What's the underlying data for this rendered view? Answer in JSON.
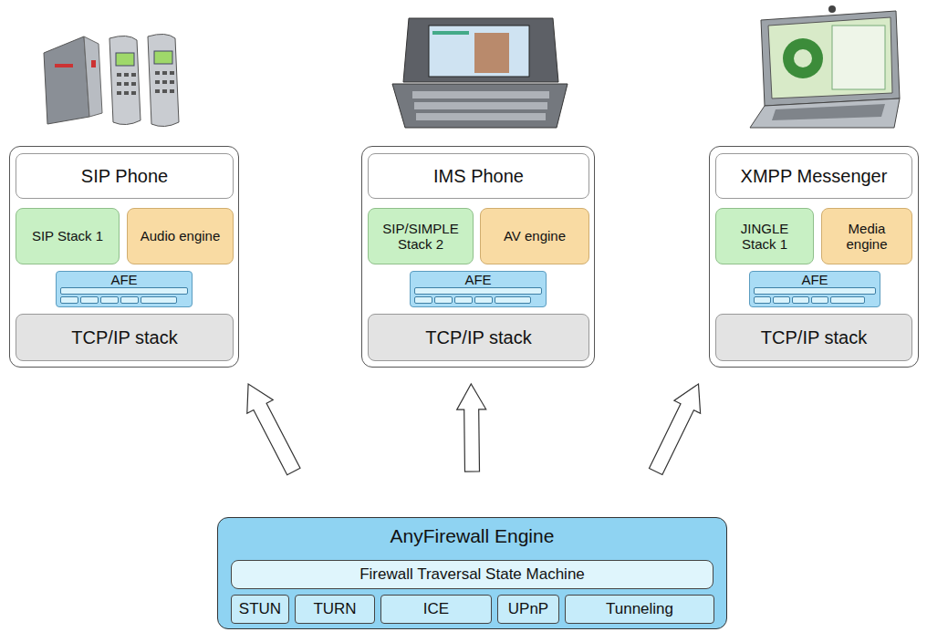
{
  "diagram": {
    "nodes": [
      {
        "text": []
      },
      {
        "text": [
          "SIP Phone"
        ],
        "in": 0
      },
      {
        "text": [
          "SIP Stack 1"
        ],
        "in": 0
      },
      {
        "text": [
          "Audio engine"
        ],
        "in": 0
      },
      {
        "text": [
          "AFE"
        ],
        "in": 0
      },
      {
        "text": [
          "TCP/IP stack"
        ],
        "in": 0
      },
      {
        "text": []
      },
      {
        "text": [
          "IMS Phone"
        ],
        "in": 6
      },
      {
        "text": [
          "SIP/SIMPLE Stack 2"
        ],
        "in": 6
      },
      {
        "text": [
          "AV engine"
        ],
        "in": 6
      },
      {
        "text": [
          "AFE"
        ],
        "in": 6
      },
      {
        "text": [
          "TCP/IP stack"
        ],
        "in": 6
      },
      {
        "text": []
      },
      {
        "text": [
          "XMPP Messenger"
        ],
        "in": 12
      },
      {
        "text": [
          "JINGLE Stack 1"
        ],
        "in": 12
      },
      {
        "text": [
          "Media engine"
        ],
        "in": 12
      },
      {
        "text": [
          "AFE"
        ],
        "in": 12
      },
      {
        "text": [
          "TCP/IP stack"
        ],
        "in": 12
      },
      {
        "text": [
          "AnyFirewall Engine"
        ]
      },
      {
        "text": [
          "Firewall Traversal State Machine"
        ],
        "in": 18
      },
      {
        "text": [
          "STUN"
        ],
        "in": 18
      },
      {
        "text": [
          "TURN"
        ],
        "in": 18
      },
      {
        "text": [
          "ICE"
        ],
        "in": 18
      },
      {
        "text": [
          "UPnP"
        ],
        "in": 18
      },
      {
        "text": [
          "Tunneling"
        ],
        "in": 18
      }
    ],
    "edges": [
      {
        "from": 18,
        "to": 0,
        "arrow": "to"
      },
      {
        "from": 18,
        "to": 6,
        "arrow": "to"
      },
      {
        "from": 18,
        "to": 12,
        "arrow": "to"
      }
    ]
  }
}
